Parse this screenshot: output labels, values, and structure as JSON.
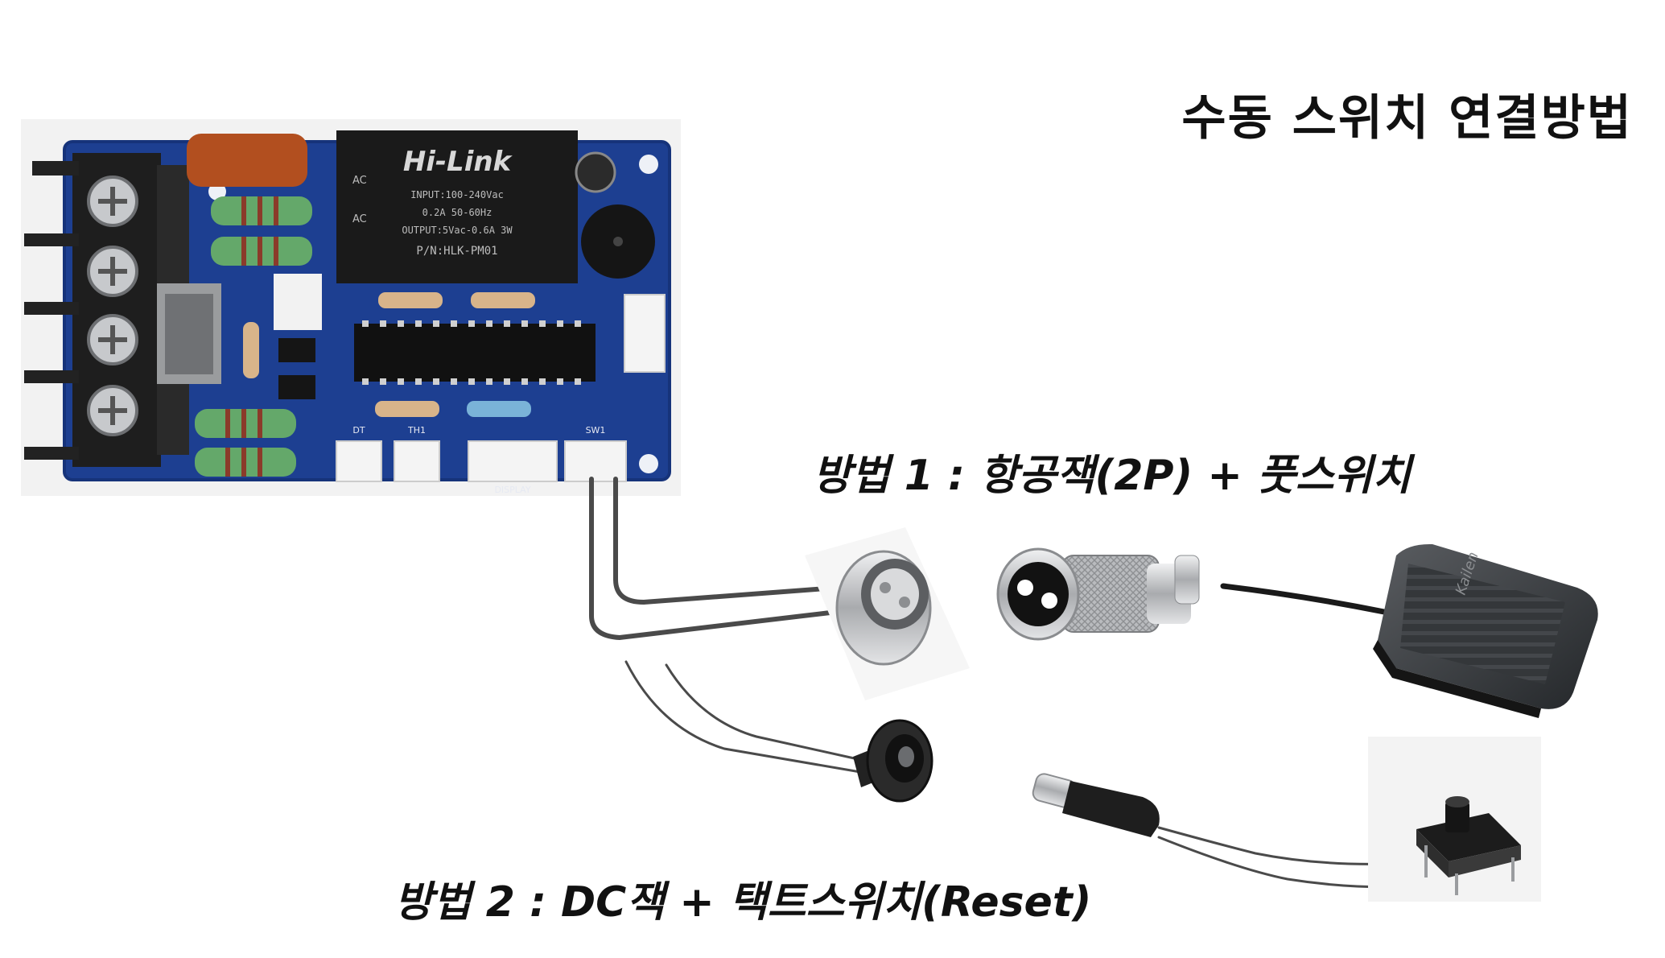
{
  "title": "수동 스위치 연결방법",
  "method1": "방법 1 : 항공잭(2P) + 풋스위치",
  "method2": "방법 2 : DC잭 + 택트스위치(Reset)",
  "board": {
    "module_brand": "Hi-Link",
    "module_lines": [
      "INPUT:100-240Vac",
      "0.2A 50-60Hz",
      "OUTPUT:5Vac-0.6A 3W",
      "P/N:HLK-PM01"
    ],
    "ac_labels": [
      "AC",
      "AC"
    ],
    "connector_labels": [
      "DT",
      "TH1",
      "DISPLAY",
      "SW1"
    ]
  },
  "pedal_brand": "Kailen",
  "colors": {
    "pcb": "#1d3f91",
    "pcb_border": "#16337a",
    "wire": "#4a4a4a",
    "metal": "#c9cbcd",
    "black_part": "#1a1a1a",
    "text": "#111111"
  },
  "icons": [
    "pcb-board-icon",
    "aviation-jack-icon",
    "aviation-plug-icon",
    "foot-pedal-icon",
    "dc-jack-icon",
    "dc-plug-icon",
    "tact-switch-icon"
  ]
}
